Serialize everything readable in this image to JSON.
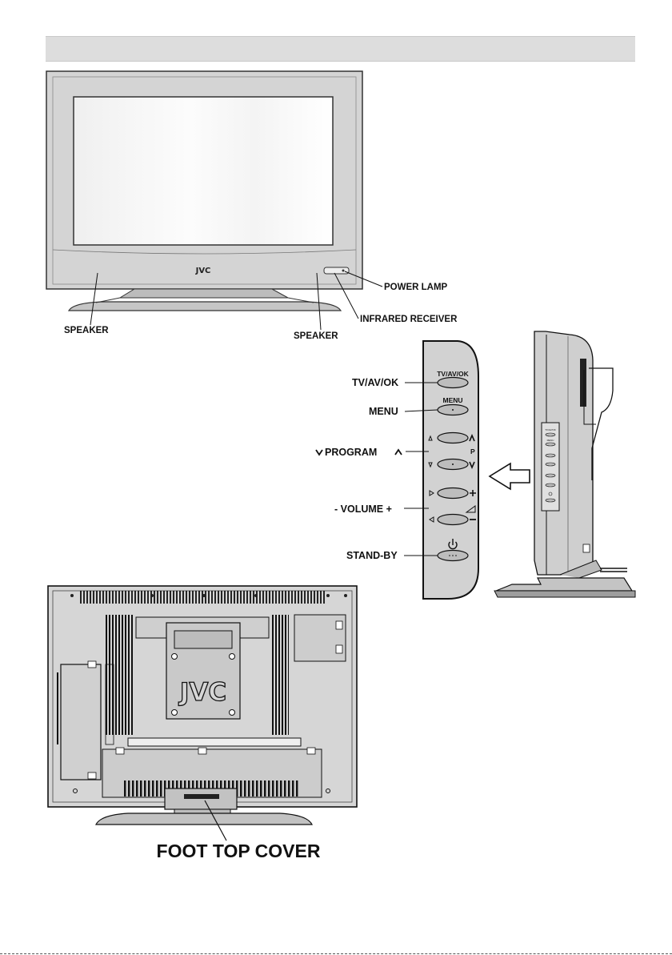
{
  "brand": {
    "logo_text": "JVC"
  },
  "front_view": {
    "labels": {
      "power_lamp": "POWER LAMP",
      "infrared_receiver": "INFRARED RECEIVER",
      "speaker_left": "SPEAKER",
      "speaker_right": "SPEAKER"
    }
  },
  "control_panel": {
    "buttons": [
      {
        "label": "TV/AV/OK",
        "panel_text": "TV/AV/OK"
      },
      {
        "label": "MENU",
        "panel_text": "MENU"
      },
      {
        "label": "PROGRAM",
        "panel_text": "P"
      },
      {
        "label": "- VOLUME +",
        "panel_text": ""
      },
      {
        "label": "STAND-BY",
        "panel_text": ""
      }
    ]
  },
  "rear_view": {
    "labels": {
      "foot_top_cover": "FOOT TOP COVER"
    }
  },
  "icon_names": [
    "power-icon",
    "arrow-left-icon",
    "chevron-up-icon",
    "chevron-down-icon",
    "plus-icon",
    "minus-icon",
    "volume-ramp-icon"
  ]
}
